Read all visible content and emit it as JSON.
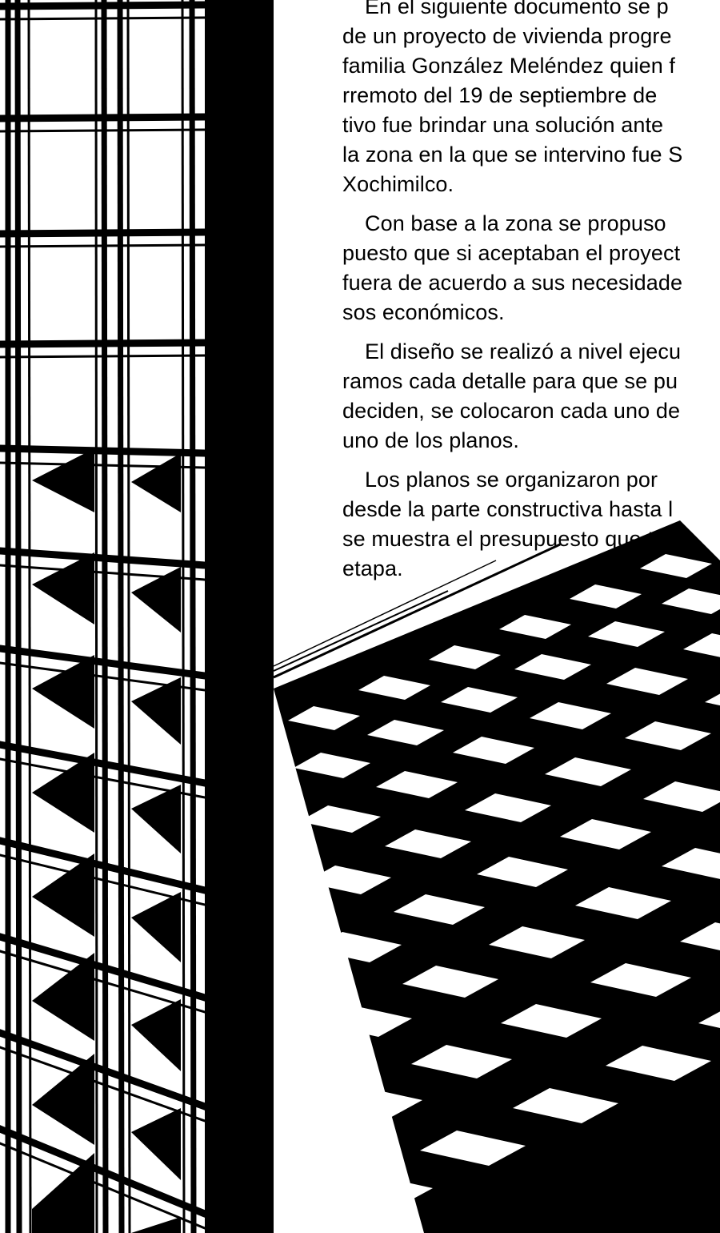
{
  "document": {
    "paragraphs": [
      {
        "lines": [
          "En el siguiente documento se p",
          "de un proyecto de vivienda progre",
          "familia González Meléndez quien f",
          "rremoto del 19 de septiembre de",
          "tivo fue brindar una solución ante",
          "la zona en la que se intervino fue S",
          "Xochimilco."
        ]
      },
      {
        "lines": [
          "Con base a la zona se propuso",
          "puesto que si aceptaban el proyect",
          "fuera de acuerdo a sus necesidade",
          "sos económicos."
        ]
      },
      {
        "lines": [
          "El diseño se realizó a nivel ejecu",
          "ramos cada detalle para que se pu",
          "deciden, se colocaron cada uno de",
          "uno de los planos."
        ]
      },
      {
        "lines": [
          "Los planos se organizaron por",
          "desde la parte constructiva hasta l",
          "se muestra el presupuesto que tam",
          "etapa."
        ]
      }
    ]
  },
  "illustration": {
    "icon": "lattice-structure-icon",
    "colors": {
      "ink": "#000000",
      "paper": "#ffffff"
    }
  }
}
